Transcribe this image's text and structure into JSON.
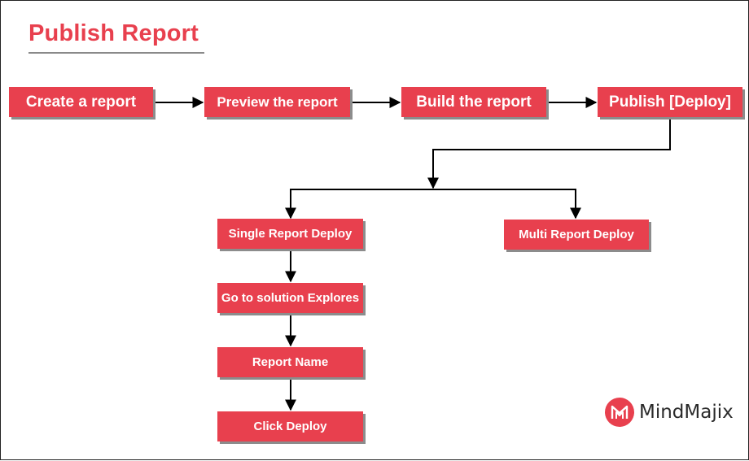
{
  "title": "Publish Report",
  "accent_color": "#e8404e",
  "steps": {
    "create": "Create a report",
    "preview": "Preview the report",
    "build": "Build the report",
    "publish": "Publish [Deploy]",
    "single": "Single Report Deploy",
    "multi": "Multi Report Deploy",
    "explorer": "Go to solution Explores",
    "report_name": "Report Name",
    "click_deploy": "Click Deploy"
  },
  "logo": {
    "name": "MindMajix",
    "icon": "mindmajix-logo-icon"
  }
}
